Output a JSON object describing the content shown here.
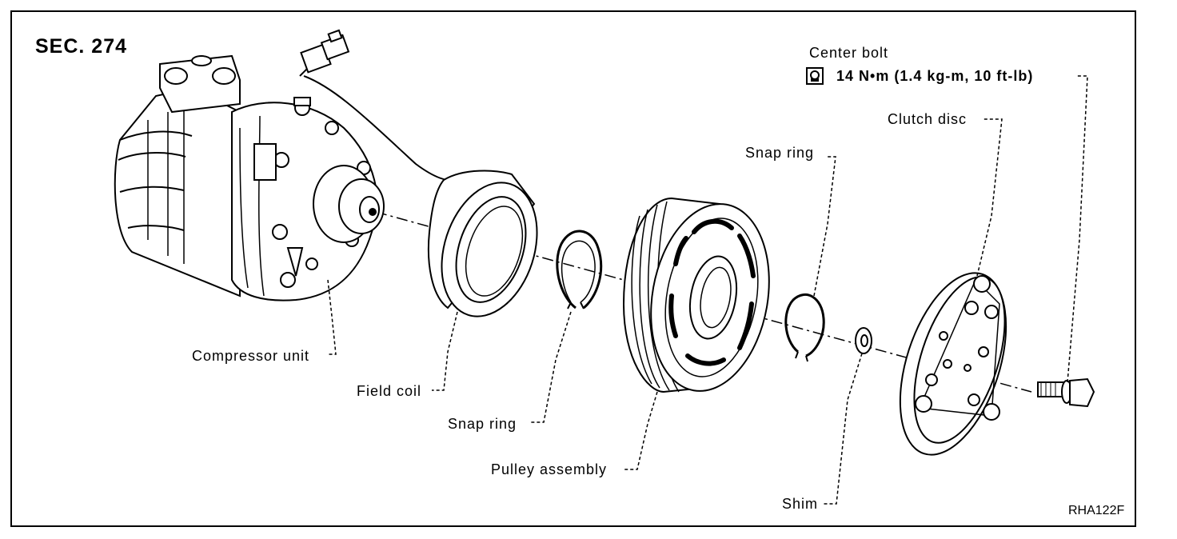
{
  "section": "SEC. 274",
  "torque": {
    "part_label": "Center bolt",
    "spec": "14 N•m (1.4 kg-m, 10 ft-lb)",
    "icon": "torque-wrench-icon"
  },
  "labels": {
    "compressor_unit": "Compressor unit",
    "field_coil": "Field coil",
    "snap_ring_inner": "Snap ring",
    "pulley_assembly": "Pulley assembly",
    "snap_ring_outer": "Snap ring",
    "shim": "Shim",
    "clutch_disc": "Clutch disc"
  },
  "figure_code": "RHA122F"
}
